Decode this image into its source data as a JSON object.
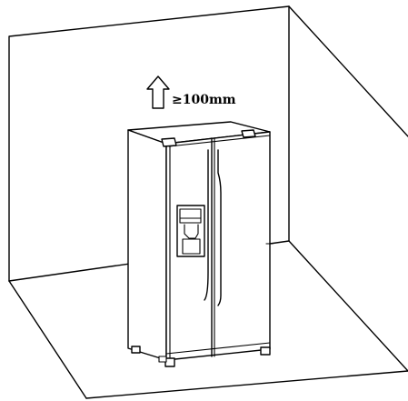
{
  "clearance": {
    "top_text": "≥100mm",
    "arrow_icon": "up-arrow-icon"
  },
  "appliance": {
    "type": "side-by-side refrigerator",
    "features": [
      "water-dispenser-icon",
      "door-handle",
      "hinge-cover",
      "leveling-feet"
    ]
  },
  "colors": {
    "stroke": "#000000",
    "background": "#ffffff"
  }
}
